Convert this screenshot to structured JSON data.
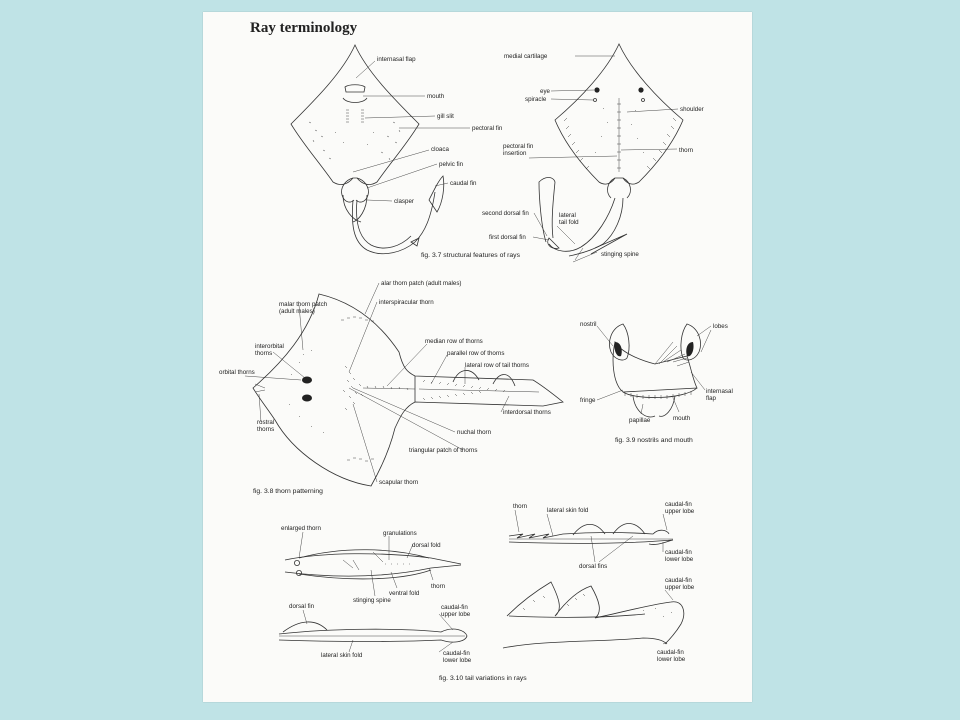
{
  "title": "Ray terminology",
  "captions": {
    "fig37": "fig. 3.7  structural features of rays",
    "fig38": "fig. 3.8  thorn patterning",
    "fig39": "fig. 3.9  nostrils and mouth",
    "fig310": "fig. 3.10  tail variations in rays"
  },
  "fig37_left": {
    "internasal_flap": "internasal flap",
    "mouth": "mouth",
    "gill_slit": "gill slit",
    "pectoral_fin": "pectoral fin",
    "cloaca": "cloaca",
    "pelvic_fin": "pelvic fin",
    "caudal_fin": "caudal fin",
    "clasper": "clasper"
  },
  "fig37_right": {
    "medial_cartilage": "medial cartilage",
    "eye": "eye",
    "spiracle": "spiracle",
    "shoulder": "shoulder",
    "pectoral_fin_insertion_1": "pectoral fin",
    "pectoral_fin_insertion_2": "insertion",
    "thorn": "thorn",
    "second_dorsal_fin": "second dorsal fin",
    "lateral_tail_fold_1": "lateral",
    "lateral_tail_fold_2": "tail fold",
    "first_dorsal_fin": "first dorsal fin",
    "stinging_spine": "stinging spine"
  },
  "fig38": {
    "alar_thorn_patch": "alar thorn patch (adult males)",
    "interspiracular_thorn": "interspiracular thorn",
    "malar_1": "malar thorn patch",
    "malar_2": "(adult males)",
    "interorbital_1": "interorbital",
    "interorbital_2": "thorns",
    "orbital_thorns": "orbital thorns",
    "rostral_1": "rostral",
    "rostral_2": "thorns",
    "median_row": "median row of thorns",
    "parallel_row": "parallel row of thorns",
    "lateral_row_tail": "lateral row of tail thorns",
    "interdorsal_thorns": "interdorsal thorns",
    "nuchal_thorn": "nuchal thorn",
    "triangular_patch": "triangular patch of thorns",
    "scapular_thorn": "scapular thorn"
  },
  "fig39": {
    "nostril": "nostril",
    "lobes": "lobes",
    "fringe": "fringe",
    "papillae": "papillae",
    "mouth": "mouth",
    "internasal_1": "internasal",
    "internasal_2": "flap"
  },
  "fig310_a": {
    "enlarged_thorn": "enlarged thorn",
    "granulations": "granulations",
    "dorsal_fold": "dorsal fold",
    "thorn": "thorn",
    "ventral_fold": "ventral fold",
    "stinging_spine": "stinging spine"
  },
  "fig310_b": {
    "dorsal_fin": "dorsal fin",
    "upper_1": "caudal-fin",
    "upper_2": "upper lobe",
    "lateral_skin_fold": "lateral skin fold",
    "lower_1": "caudal-fin",
    "lower_2": "lower lobe"
  },
  "fig310_c": {
    "thorn": "thorn",
    "lateral_skin_fold": "lateral skin fold",
    "upper_1": "caudal-fin",
    "upper_2": "upper lobe",
    "lower_1": "caudal-fin",
    "lower_2": "lower lobe",
    "dorsal_fins": "dorsal fins"
  },
  "fig310_d": {
    "upper_1": "caudal-fin",
    "upper_2": "upper lobe",
    "lower_1": "caudal-fin",
    "lower_2": "lower lobe"
  }
}
